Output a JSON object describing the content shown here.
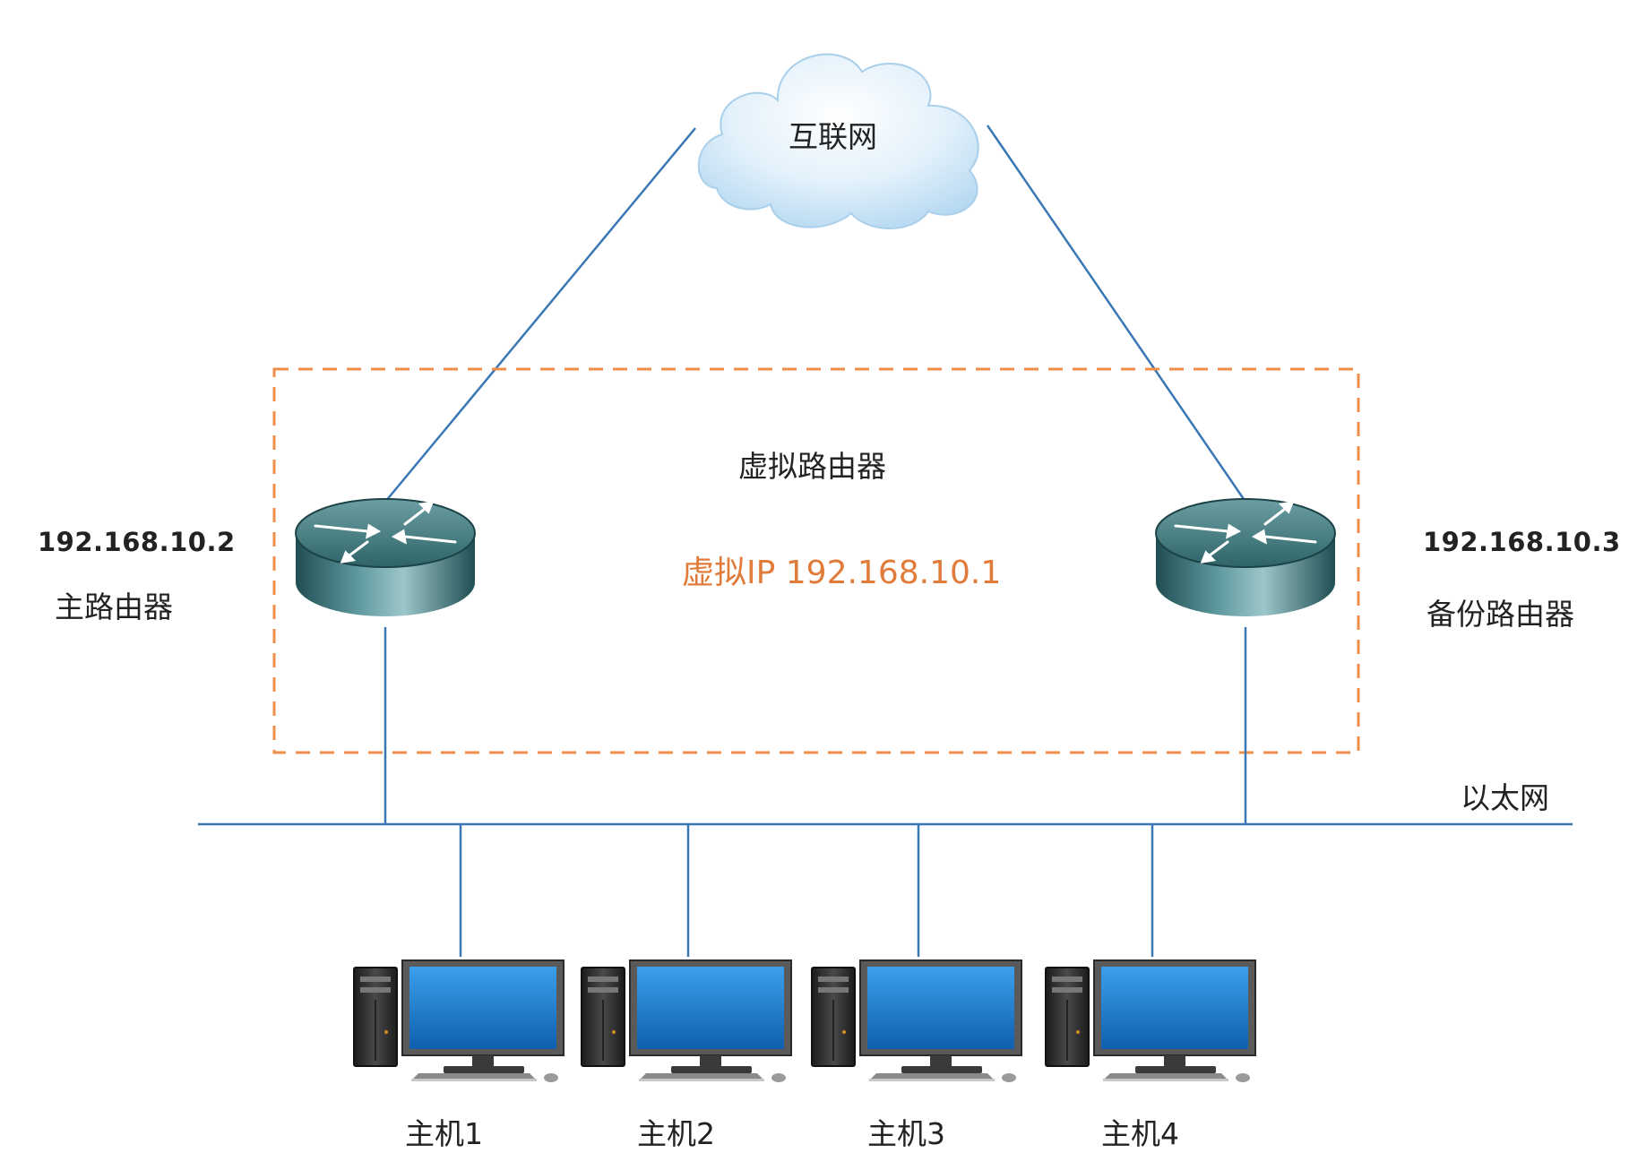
{
  "internet": {
    "label": "互联网"
  },
  "virtual_router": {
    "title": "虚拟路由器",
    "virtual_ip": "虚拟IP 192.168.10.1"
  },
  "primary_router": {
    "ip": "192.168.10.2",
    "name": "主路由器"
  },
  "backup_router": {
    "ip": "192.168.10.3",
    "name": "备份路由器"
  },
  "ethernet": {
    "label": "以太网"
  },
  "hosts": [
    {
      "label": "主机1"
    },
    {
      "label": "主机2"
    },
    {
      "label": "主机3"
    },
    {
      "label": "主机4"
    }
  ],
  "colors": {
    "link": "#3a78b5",
    "dashed_box": "#ef8d4a",
    "virtual_ip": "#e07b39",
    "cloud": "#cfe6f7",
    "router_body": "#2f6b6f",
    "monitor_screen": "#1f84d6"
  },
  "icons": [
    "cloud-icon",
    "router-icon",
    "desktop-computer-icon"
  ]
}
